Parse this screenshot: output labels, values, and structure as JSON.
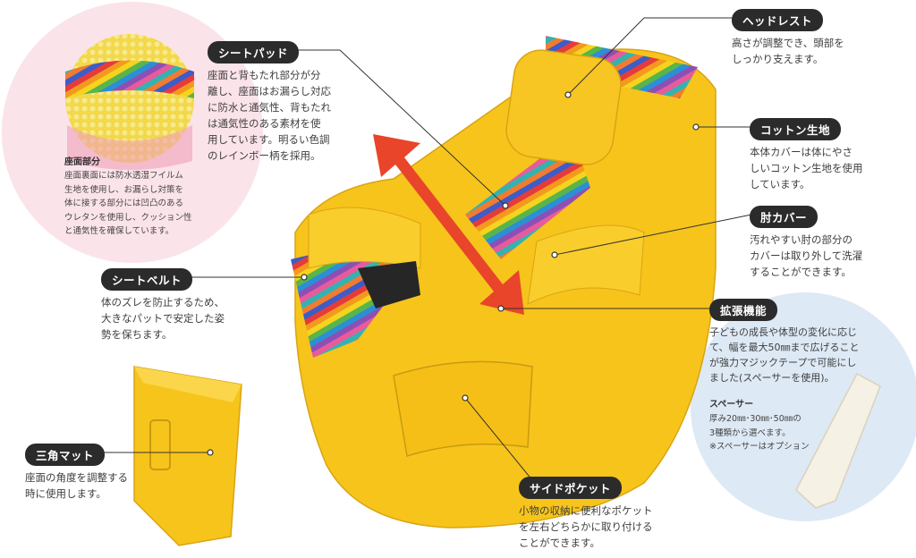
{
  "colors": {
    "seat_yellow": "#f7c41c",
    "seat_shadow": "#e0a50f",
    "badge_bg": "#2b2b2b",
    "arrow_red": "#e8452a",
    "pink_circle": "#fbe3ea",
    "blue_circle": "#dde9f5"
  },
  "seat_pad": {
    "badge": "シートパッド",
    "desc": [
      "座面と背もたれ部分が分",
      "離し、座面はお漏らし対応",
      "に防水と通気性、背もたれ",
      "は通気性のある素材を使",
      "用しています。明るい色調",
      "のレインボー柄を採用。"
    ]
  },
  "seat_part": {
    "title": "座面部分",
    "desc": [
      "座面裏面には防水透湿フイルム",
      "生地を使用し、お漏らし対策を",
      "体に接する部分には凹凸のある",
      "ウレタンを使用し、クッション性",
      "と通気性を確保しています。"
    ]
  },
  "headrest": {
    "badge": "ヘッドレスト",
    "desc": [
      "高さが調整でき、頭部を",
      "しっかり支えます。"
    ]
  },
  "cotton": {
    "badge": "コットン生地",
    "desc": [
      "本体カバーは体にやさ",
      "しいコットン生地を使用",
      "しています。"
    ]
  },
  "elbow": {
    "badge": "肘カバー",
    "desc": [
      "汚れやすい肘の部分の",
      "カバーは取り外して洗濯",
      "することができます。"
    ]
  },
  "expand": {
    "badge": "拡張機能",
    "desc": [
      "子どもの成長や体型の変化に応じ",
      "て、幅を最大50㎜まで広げること",
      "が強力マジックテープで可能にし",
      "ました(スペーサーを使用)。"
    ]
  },
  "spacer": {
    "title": "スペーサー",
    "desc": [
      "厚み20㎜･30㎜･50㎜の",
      "3種類から選べます。",
      "※スペーサーはオプション"
    ]
  },
  "seat_belt": {
    "badge": "シートベルト",
    "desc": [
      "体のズレを防止するため、",
      "大きなパットで安定した姿",
      "勢を保ちます。"
    ]
  },
  "triangle_mat": {
    "badge": "三角マット",
    "desc": [
      "座面の角度を調整する",
      "時に使用します。"
    ]
  },
  "side_pocket": {
    "badge": "サイドポケット",
    "desc": [
      "小物の収納に便利なポケット",
      "を左右どちらかに取り付ける",
      "ことができます。"
    ]
  }
}
